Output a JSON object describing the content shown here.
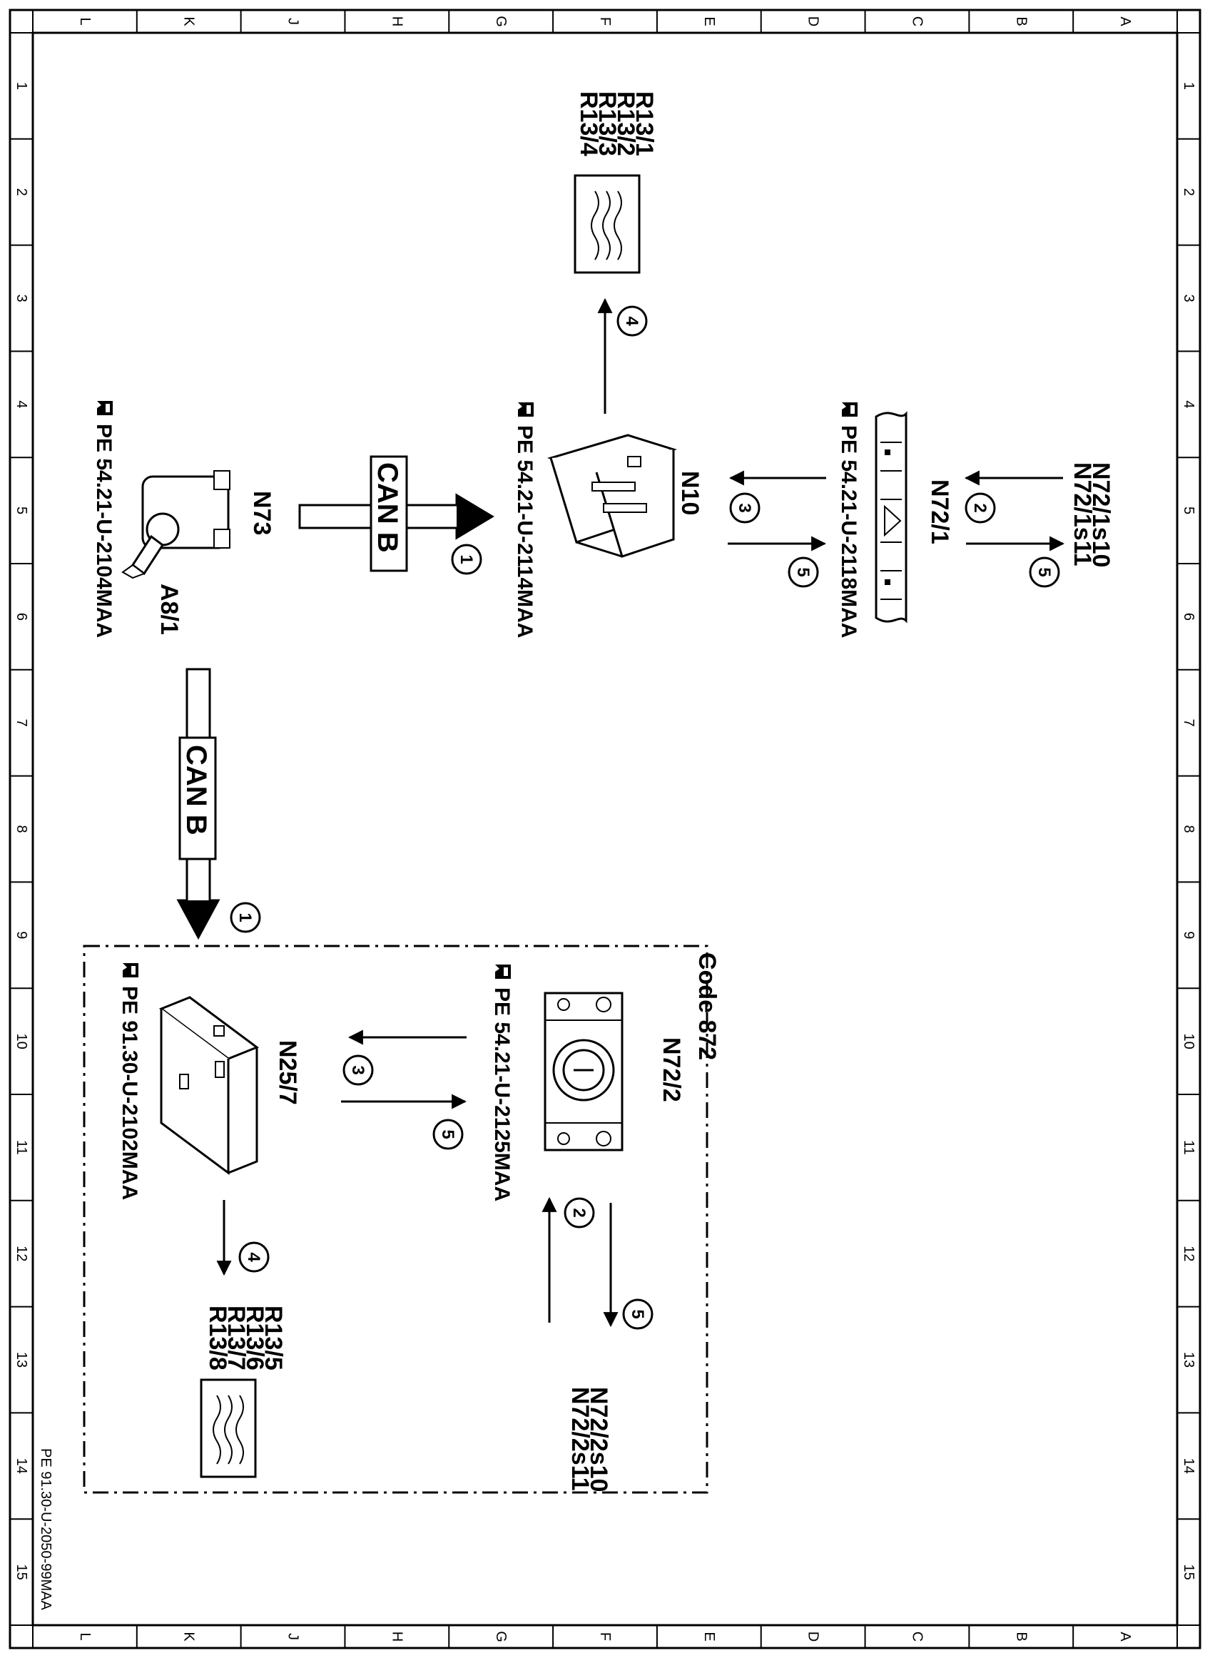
{
  "border": {
    "columns": [
      "L",
      "K",
      "J",
      "H",
      "G",
      "F",
      "E",
      "D",
      "C",
      "B",
      "A"
    ],
    "rows": [
      "1",
      "2",
      "3",
      "4",
      "5",
      "6",
      "7",
      "8",
      "9",
      "10",
      "11",
      "12",
      "13",
      "14",
      "15"
    ]
  },
  "footer_ref": "PE 91.30-U-2050-99MAA",
  "code_box": {
    "label": "Code 872"
  },
  "bus_label": "CAN B",
  "components": {
    "n73": "N73",
    "a8_1": "A8/1",
    "n10": "N10",
    "n72_1": "N72/1",
    "n72_2": "N72/2",
    "n25_7": "N25/7",
    "n72_1s": [
      "N72/1s10",
      "N72/1s11"
    ],
    "n72_2s": [
      "N72/2s10",
      "N72/2s11"
    ],
    "heaters_front": [
      "R13/1",
      "R13/2",
      "R13/3",
      "R13/4"
    ],
    "heaters_rear": [
      "R13/5",
      "R13/6",
      "R13/7",
      "R13/8"
    ]
  },
  "refs": {
    "a8_1": "PE 54.21-U-2104MAA",
    "n10": "PE 54.21-U-2114MAA",
    "n72_1": "PE 54.21-U-2118MAA",
    "n72_2": "PE 54.21-U-2125MAA",
    "n25_7": "PE 91.30-U-2102MAA"
  },
  "steps": {
    "can_top": "1",
    "can_left": "1",
    "n72_1_in": "2",
    "n72_1_out": "5",
    "n10_to_n72_1": "3",
    "n72_1_to_n10": "5",
    "n10_to_heater": "4",
    "n72_2_in": "2",
    "n72_2_out": "5",
    "n72_2_to_n25": "3",
    "n25_to_n72_2": "5",
    "n25_to_heater": "4"
  }
}
